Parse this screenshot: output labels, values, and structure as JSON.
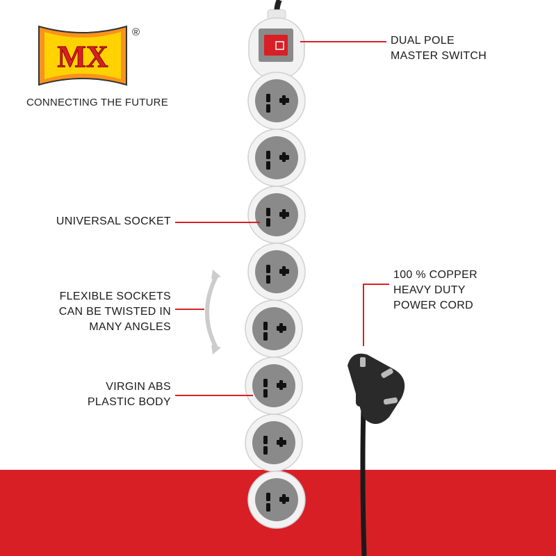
{
  "brand": {
    "logo_text": "MX",
    "registered_mark": "®",
    "tagline": "CONNECTING THE FUTURE"
  },
  "callouts": {
    "switch": [
      "DUAL POLE",
      "MASTER SWITCH"
    ],
    "socket": [
      "UNIVERSAL SOCKET"
    ],
    "flexible": [
      "FLEXIBLE SOCKETS",
      "CAN BE TWISTED IN",
      "MANY ANGLES"
    ],
    "body": [
      "VIRGIN ABS",
      "PLASTIC BODY"
    ],
    "cord": [
      "100 % COPPER",
      "HEAVY DUTY",
      "POWER CORD"
    ]
  },
  "colors": {
    "accent_red": "#d81f26",
    "socket_grey": "#8a8a8a",
    "body_white": "#f2f2f2",
    "logo_orange": "#f7931e",
    "logo_yellow": "#ffd200"
  },
  "product": {
    "socket_count": 8,
    "switch_icon": "power-switch-icon",
    "plug_icon": "three-pin-plug-icon",
    "rotate_icon": "curved-double-arrow-icon"
  }
}
